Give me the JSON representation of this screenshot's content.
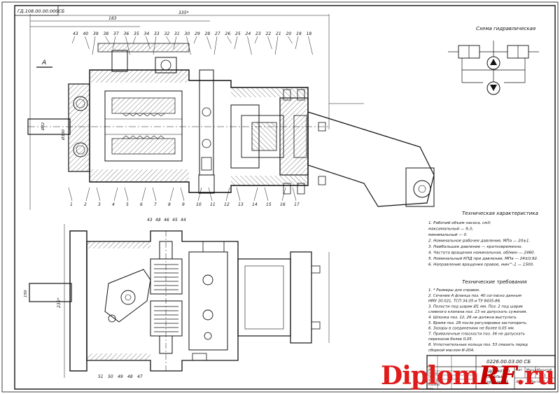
{
  "sheet": {
    "corner_stamp": "ГД.108.00.00.000СБ",
    "scheme_title": "Схема гидравлическая",
    "drawing_code": "0226.00.03.00 СБ",
    "drawing_name": "Гидромотор\nаксиально-\nпоршневой",
    "watermark_main": "Diplom",
    "watermark_accent": "RF",
    "watermark_tail": ".ru"
  },
  "tech_characteristics": {
    "title": "Техническая характеристика",
    "lines": [
      "1. Рабочий объем насоса, см3:",
      "   максимальный — 9,3;",
      "   минимальный — 0.",
      "2. Номинальное рабочее давление, МПа — 20±1.",
      "3. Наибольшее давление — кратковременно.",
      "4. Частота вращения номинальная, об/мин — 2460.",
      "5. Номинальный КПД при давлении, МПа — 24±0,92.",
      "6. Направление вращения правое, мин^-1 — 1500."
    ]
  },
  "tech_requirements": {
    "title": "Технические требования",
    "lines": [
      "1. * Размеры для справок.",
      "2. Сечение А фланца поз. 40 согласно данным",
      "   НМУ 20.021, ТСП 34.05 и ТУ 8435-86.",
      "3. Полости под шарик Ø1 мм. Поз. 2 под шарик",
      "   сливного клапана поз. 13 не допускать сужения.",
      "4. Шпонка поз. 12, 26 не должна выступать.",
      "5. Время поз. 28 после регулировки застопорить.",
      "6. Зазоры в соединениях не более 0,05 мм.",
      "7. Привалочные плоскости поз. 36 не допускать",
      "   перекосов более 0,05.",
      "8. Уплотнительные кольца поз. 53 смазать перед",
      "   сборкой маслом И-20А."
    ]
  },
  "title_block": {
    "stage_label": "Лит.",
    "mass_label": "Масса",
    "scale_label": "Масштаб",
    "scale_value": "1:1",
    "sheet_label": "Лист",
    "sheets_label": "Листов 1",
    "rows": [
      "Изм.",
      "Разраб.",
      "Пров.",
      "Т.контр.",
      "Н.контр.",
      "Утв."
    ]
  },
  "callouts_top": [
    "43",
    "40",
    "39",
    "38",
    "37",
    "36",
    "35",
    "34",
    "33",
    "32",
    "31",
    "30",
    "29",
    "28",
    "27",
    "26",
    "25",
    "24",
    "23",
    "22",
    "21",
    "20",
    "19",
    "18"
  ],
  "callouts_bottom": [
    "1",
    "2",
    "3",
    "4",
    "5",
    "6",
    "7",
    "8",
    "9",
    "10",
    "11",
    "12",
    "13",
    "14",
    "15",
    "16",
    "17"
  ],
  "callouts_lower_view": [
    "43",
    "48",
    "46",
    "45",
    "44",
    "51",
    "50",
    "49",
    "48",
    "47"
  ],
  "dimensions": {
    "overall_length": "335*",
    "body_length": "183",
    "shaft_dia": "Ø32",
    "flange_dia": "Ø100",
    "section_label": "А",
    "lower_height": "235*",
    "lower_width": "150"
  }
}
